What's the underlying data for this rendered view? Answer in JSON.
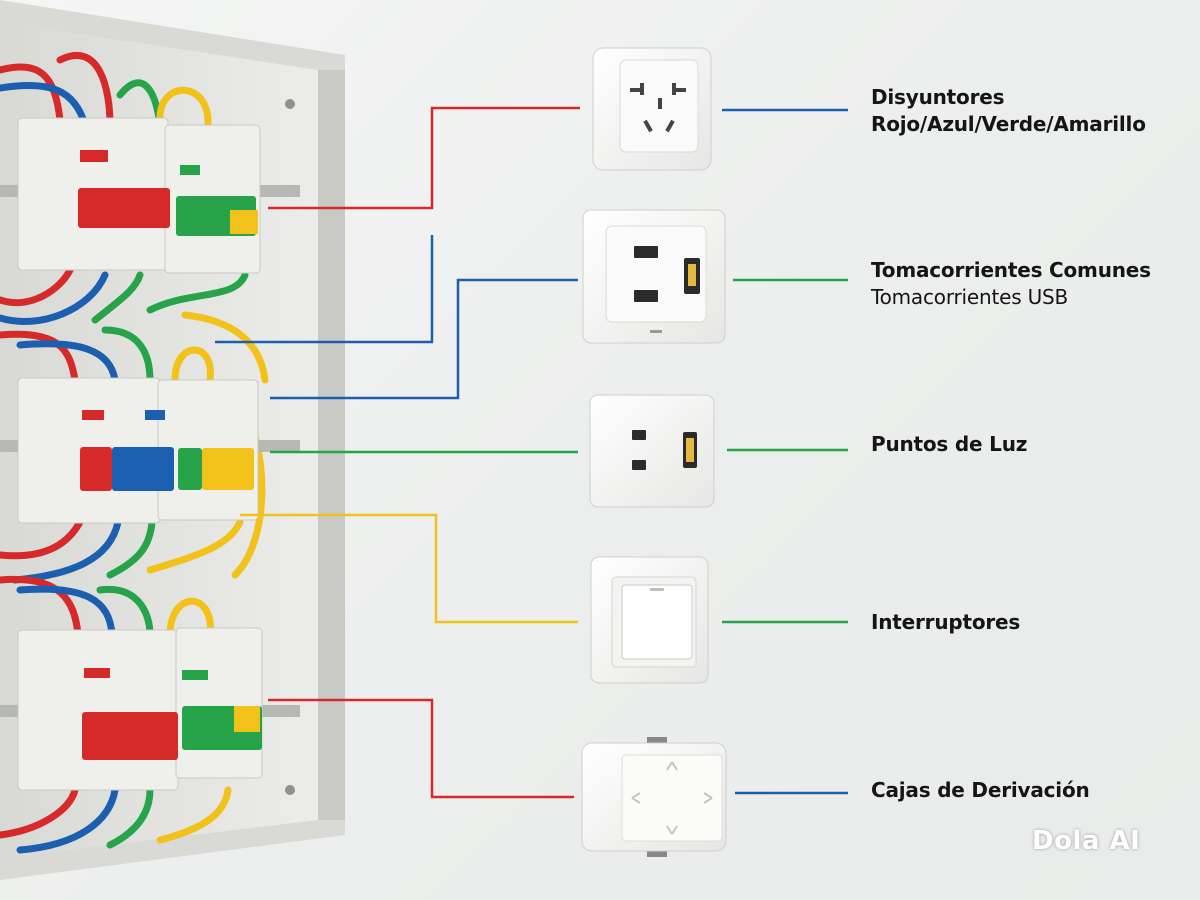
{
  "labels": {
    "breakers": {
      "line1": "Disyuntores",
      "line2": "Rojo/Azul/Verde/Amarillo"
    },
    "outlets": {
      "line1": "Tomacorrientes Comunes",
      "line2": "Tomacorrientes USB"
    },
    "light_points": {
      "line1": "Puntos de Luz"
    },
    "switches": {
      "line1": "Interruptores"
    },
    "junction_boxes": {
      "line1": "Cajas de Derivación"
    }
  },
  "watermark": "Dola AI",
  "colors": {
    "red": "#d62a2a",
    "blue": "#1c5fb0",
    "green": "#27a34a",
    "yellow": "#f2c21b",
    "panel": "#e6e7e3",
    "breaker_body": "#efefec",
    "device": "#f7f7f6"
  }
}
